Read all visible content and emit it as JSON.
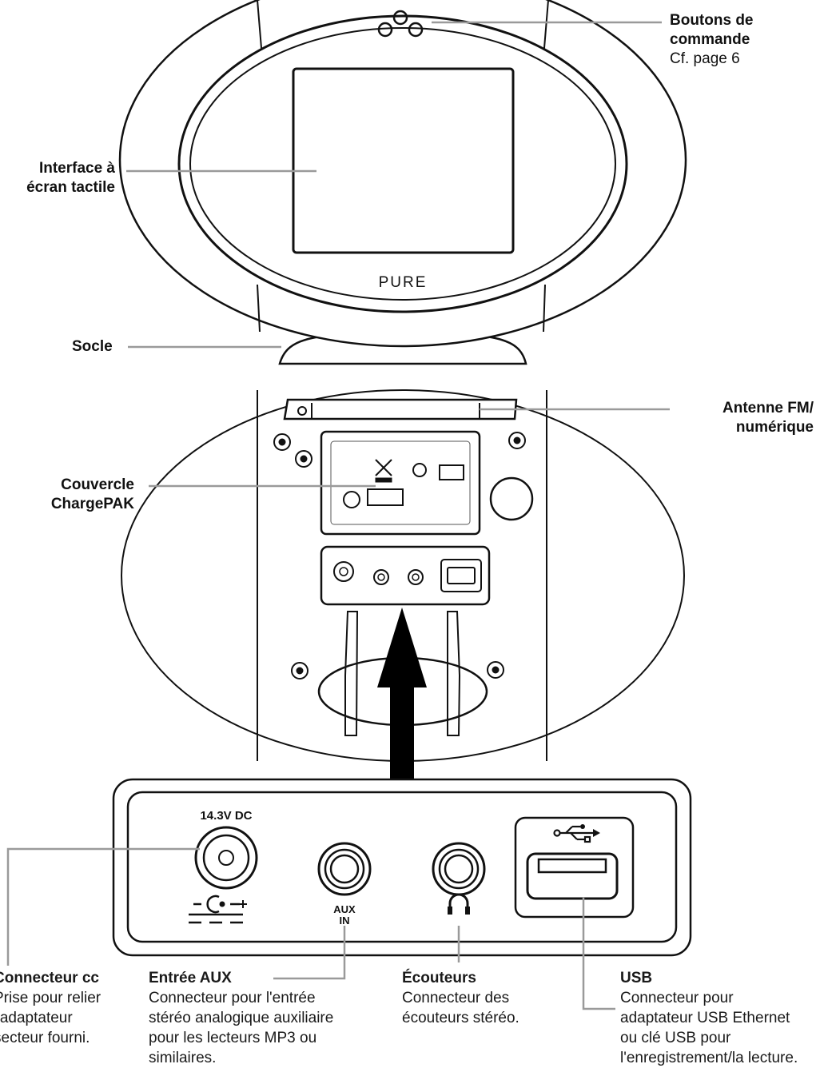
{
  "labels": {
    "buttons": {
      "title1": "Boutons de",
      "title2": "commande",
      "sub": "Cf. page 6"
    },
    "touchscreen": {
      "line1": "Interface à",
      "line2": "écran tactile"
    },
    "base": "Socle",
    "antenna": {
      "line1": "Antenne FM/",
      "line2": "numérique"
    },
    "cover": {
      "line1": "Couvercle",
      "line2": "ChargePAK"
    }
  },
  "device": {
    "brand": "PURE"
  },
  "panel": {
    "dc_rating": "14.3V DC",
    "aux_label_1": "AUX",
    "aux_label_2": "IN"
  },
  "descriptions": {
    "dc": {
      "title": "Connecteur cc",
      "lines": [
        "Prise pour relier",
        "l'adaptateur",
        "secteur fourni."
      ]
    },
    "aux": {
      "title": "Entrée AUX",
      "lines": [
        "Connecteur pour l'entrée",
        "stéréo analogique auxiliaire",
        "pour les lecteurs MP3 ou",
        "similaires."
      ]
    },
    "headphones": {
      "title": "Écouteurs",
      "lines": [
        "Connecteur des",
        "écouteurs stéréo."
      ]
    },
    "usb": {
      "title": "USB",
      "lines": [
        "Connecteur pour",
        "adaptateur USB Ethernet",
        "ou clé USB pour",
        "l'enregistrement/la lecture."
      ]
    }
  }
}
